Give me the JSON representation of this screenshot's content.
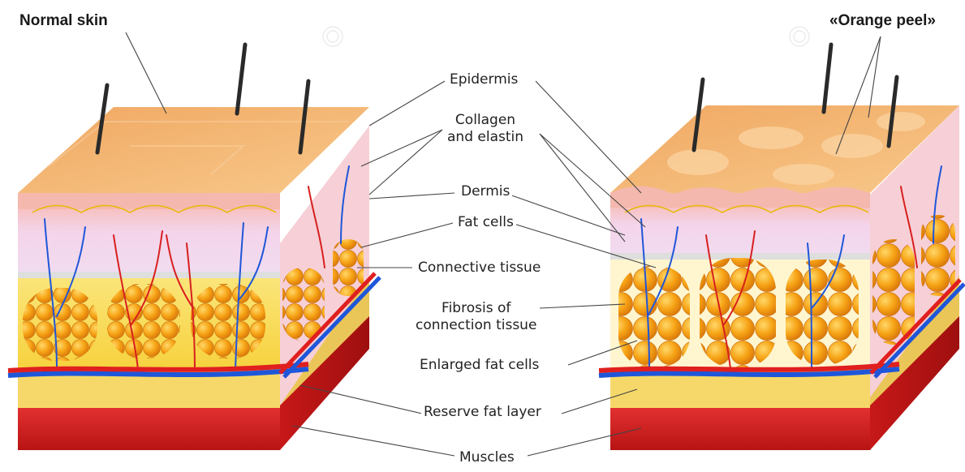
{
  "titles": {
    "left": "Normal skin",
    "right": "«Orange peel»"
  },
  "labels": {
    "epidermis": "Epidermis",
    "collagen_line1": "Collagen",
    "collagen_line2": "and elastin",
    "dermis": "Dermis",
    "fat_cells": "Fat cells",
    "connective_tissue": "Connective tissue",
    "fibrosis_line1": "Fibrosis of",
    "fibrosis_line2": "connection tissue",
    "enlarged_fat_cells": "Enlarged fat cells",
    "reserve_fat_layer": "Reserve fat layer",
    "muscles": "Muscles"
  },
  "colors": {
    "skin_top": "#f5b673",
    "skin_side": "#f8c7c0",
    "dermis": "#f3d3e6",
    "fat": "#f7a416",
    "fat_layer": "#f7d64a",
    "muscle": "#d41f1f",
    "vein": "#1f56d9",
    "artery": "#e01f1f",
    "leader_line": "#444444"
  }
}
